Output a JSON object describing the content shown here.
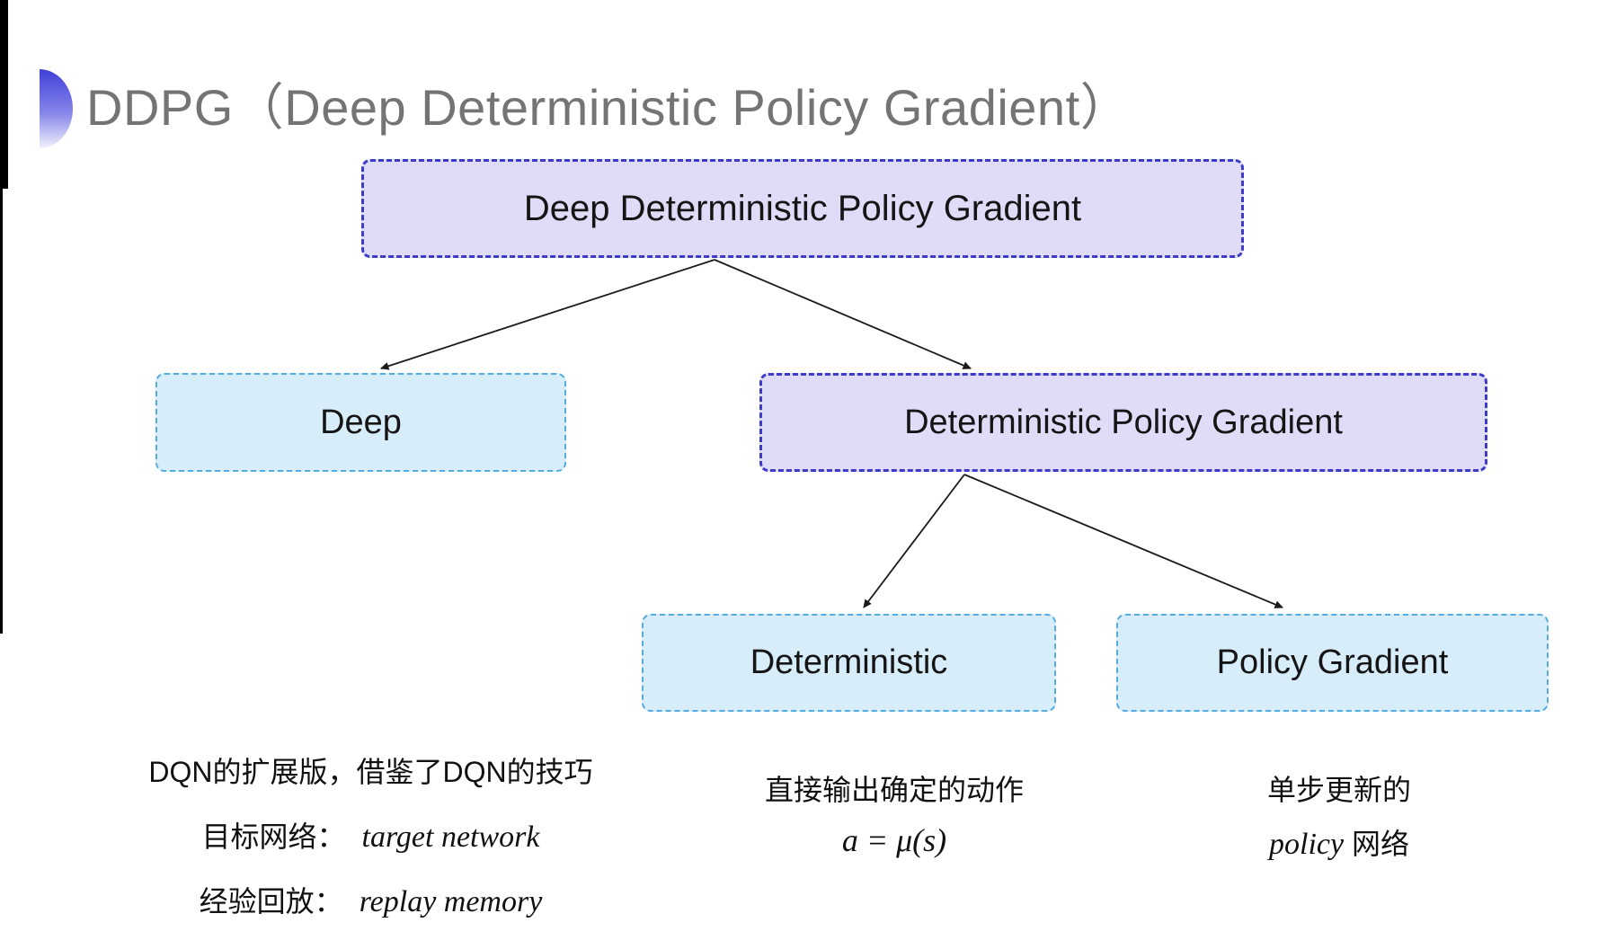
{
  "title": {
    "text": "DDPG（Deep Deterministic Policy Gradient）"
  },
  "tree": {
    "root": {
      "label": "Deep Deterministic Policy Gradient"
    },
    "level1": [
      {
        "id": "deep",
        "label": "Deep"
      },
      {
        "id": "dpg",
        "label": "Deterministic Policy Gradient"
      }
    ],
    "level2": [
      {
        "id": "deterministic",
        "label": "Deterministic"
      },
      {
        "id": "policy_gradient",
        "label": "Policy Gradient"
      }
    ]
  },
  "annotations": {
    "deep": {
      "line1": "DQN的扩展版，借鉴了DQN的技巧",
      "line2_label": "目标网络：",
      "line2_value": "target network",
      "line3_label": "经验回放：",
      "line3_value": "replay memory"
    },
    "deterministic": {
      "line1": "直接输出确定的动作",
      "formula": "a = μ(s)"
    },
    "policy_gradient": {
      "line1": "单步更新的",
      "line2_italic": "policy",
      "line2_rest": " 网络"
    }
  },
  "colors": {
    "lavender_fill": "#dedcf7",
    "indigo_border": "#3c3cc8",
    "cyan_fill": "#d7edfa",
    "cyan_border": "#56ace0",
    "title_gray": "#747474",
    "bullet_top": "#4040d8",
    "arrow_black": "#1a1a1a"
  }
}
